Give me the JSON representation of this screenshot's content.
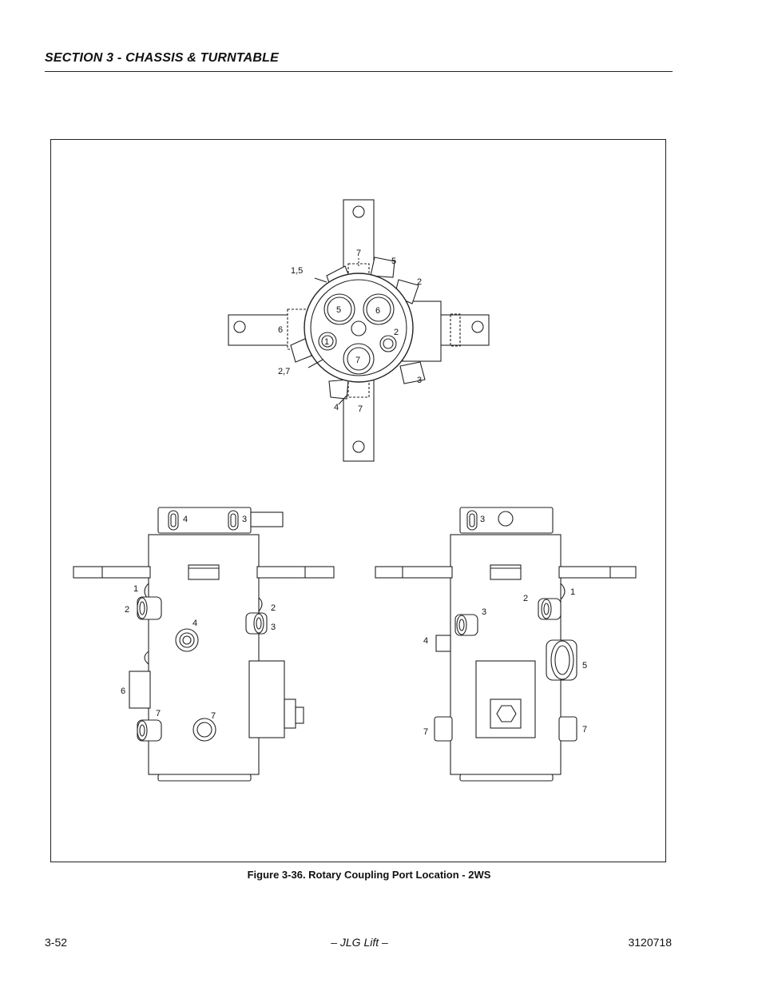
{
  "header": {
    "section_title": "SECTION 3 - CHASSIS & TURNTABLE"
  },
  "figure": {
    "caption": "Figure 3-36.  Rotary Coupling Port Location - 2WS",
    "top_view_labels": {
      "top_7": "7",
      "top_5": "5",
      "top_2": "2",
      "left_15": "1,5",
      "left_6": "6",
      "right_2": "2",
      "left_27": "2,7",
      "right_3": "3",
      "bottom_4": "4",
      "bottom_7": "7",
      "port_5": "5",
      "port_6": "6",
      "port_1": "1",
      "port_2": "2",
      "port_7": "7"
    },
    "left_view_labels": {
      "l4": "4",
      "l3": "3",
      "l1": "1",
      "l2a": "2",
      "l2b": "2",
      "l3b": "3",
      "l4b": "4",
      "l6": "6",
      "l7a": "7",
      "l7b": "7"
    },
    "right_view_labels": {
      "r3": "3",
      "r1": "1",
      "r2": "2",
      "r3b": "3",
      "r4": "4",
      "r5": "5",
      "r7a": "7",
      "r7b": "7"
    }
  },
  "footer": {
    "page_number": "3-52",
    "publisher": "– JLG Lift –",
    "doc_number": "3120718"
  }
}
